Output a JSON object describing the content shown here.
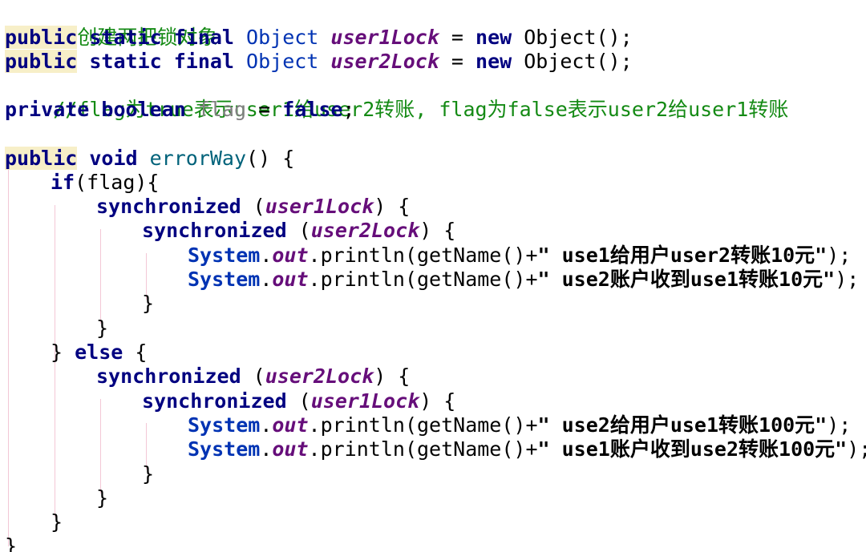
{
  "editor": {
    "lines": {
      "l1": {
        "comment": "//创建两把锁对象"
      },
      "l2": {
        "public": "public",
        "static": " static",
        "final": " final",
        "type": " Object",
        "field": " user1Lock",
        "eq": " = ",
        "new": "new",
        "ctor": " Object();"
      },
      "l3": {
        "public": "public",
        "static": " static",
        "final": " final",
        "type": " Object",
        "field": " user2Lock",
        "eq": " = ",
        "new": "new",
        "ctor": " Object();"
      },
      "l4": {
        "comment": "//flag为true表示user1给user2转账, flag为false表示user2给user1转账"
      },
      "l5": {
        "private": "private",
        "boolean": " boolean",
        "name": " flag",
        "eq": " = ",
        "false": "false",
        "semi": ";"
      },
      "l7": {
        "public": "public",
        "void": " void",
        "method": " errorWay",
        "rest": "() {"
      },
      "l8": {
        "if": "if",
        "cond": "(flag){"
      },
      "l9": {
        "sync": "synchronized",
        "open": " (",
        "lock": "user1Lock",
        "close": ") {"
      },
      "l10": {
        "sync": "synchronized",
        "open": " (",
        "lock": "user2Lock",
        "close": ") {"
      },
      "l11": {
        "system": "System",
        "dot": ".",
        "out": "out",
        "call": ".println(getName()+",
        "str": "\" use1给用户user2转账10元\"",
        "end": ");"
      },
      "l12": {
        "system": "System",
        "dot": ".",
        "out": "out",
        "call": ".println(getName()+",
        "str": "\" use2账户收到use1转账10元\"",
        "end": ");"
      },
      "l13": {
        "brace": "}"
      },
      "l14": {
        "brace": "}"
      },
      "l15": {
        "brace": "} ",
        "else": "else",
        "open": " {"
      },
      "l16": {
        "sync": "synchronized",
        "open": " (",
        "lock": "user2Lock",
        "close": ") {"
      },
      "l17": {
        "sync": "synchronized",
        "open": " (",
        "lock": "user1Lock",
        "close": ") {"
      },
      "l18": {
        "system": "System",
        "dot": ".",
        "out": "out",
        "call": ".println(getName()+",
        "str": "\" use2给用户use1转账100元\"",
        "end": ");"
      },
      "l19": {
        "system": "System",
        "dot": ".",
        "out": "out",
        "call": ".println(getName()+",
        "str": "\" use1账户收到use2转账100元\"",
        "end": ");"
      },
      "l20": {
        "brace": "}"
      },
      "l21": {
        "brace": "}"
      },
      "l22": {
        "brace": "}"
      },
      "l23": {
        "brace": "}"
      }
    }
  }
}
